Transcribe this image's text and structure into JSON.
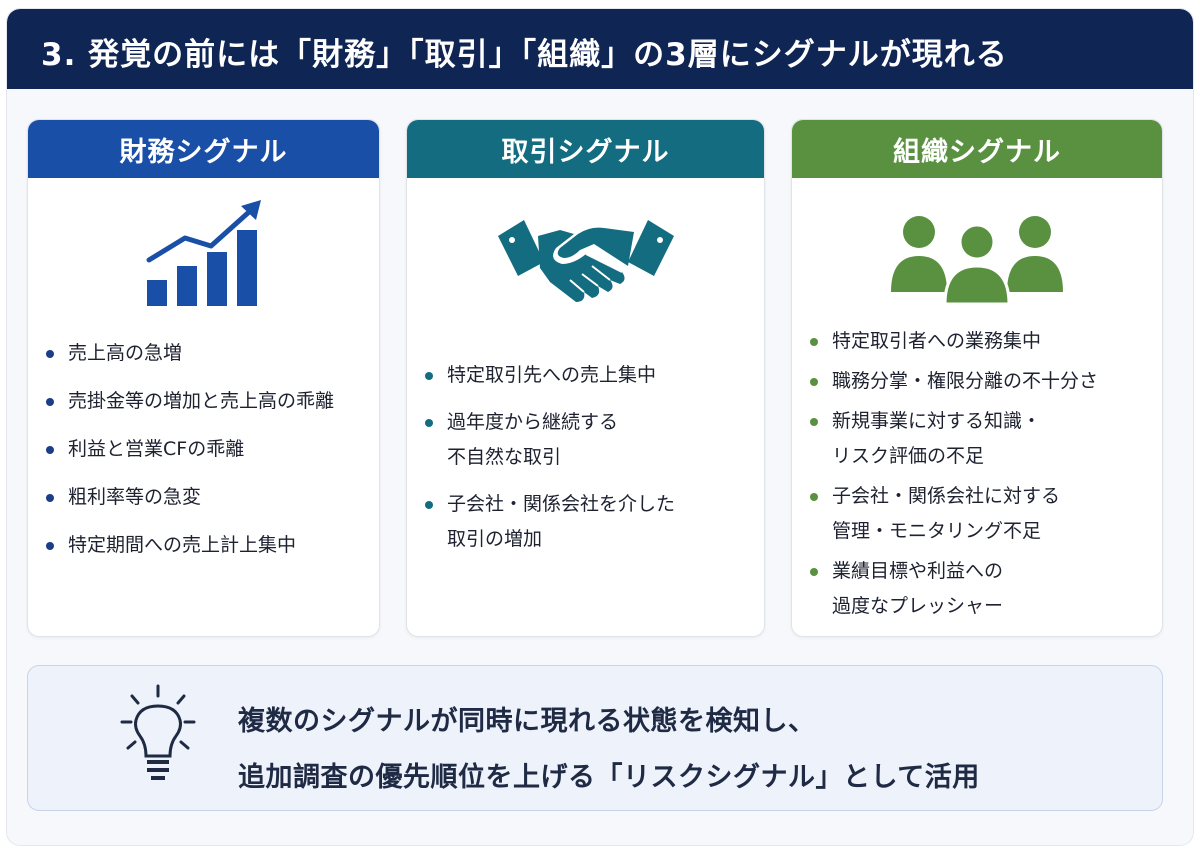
{
  "header": {
    "title": "3. 発覚の前には「財務」「取引」「組織」の3層にシグナルが現れる"
  },
  "colors": {
    "header_bg": "#0f2554",
    "financial": "#1a4fa8",
    "transaction": "#136c7f",
    "organization": "#5a9140"
  },
  "cards": [
    {
      "title": "財務シグナル",
      "icon": "bar-chart-growth-icon",
      "items": [
        [
          "売上高の急増"
        ],
        [
          "売掛金等の増加と売上高の乖離"
        ],
        [
          "利益と営業CFの乖離"
        ],
        [
          "粗利率等の急変"
        ],
        [
          "特定期間への売上計上集中"
        ]
      ]
    },
    {
      "title": "取引シグナル",
      "icon": "handshake-icon",
      "items": [
        [
          "特定取引先への売上集中"
        ],
        [
          "過年度から継続する",
          "不自然な取引"
        ],
        [
          "子会社・関係会社を介した",
          "取引の増加"
        ]
      ]
    },
    {
      "title": "組織シグナル",
      "icon": "people-group-icon",
      "items": [
        [
          "特定取引者への業務集中"
        ],
        [
          "職務分掌・権限分離の不十分さ"
        ],
        [
          "新規事業に対する知識・",
          "リスク評価の不足"
        ],
        [
          "子会社・関係会社に対する",
          "管理・モニタリング不足"
        ],
        [
          "業績目標や利益への",
          "過度なプレッシャー"
        ]
      ]
    }
  ],
  "callout": {
    "icon": "lightbulb-icon",
    "lines": [
      "複数のシグナルが同時に現れる状態を検知し、",
      "追加調査の優先順位を上げる「リスクシグナル」として活用"
    ]
  }
}
